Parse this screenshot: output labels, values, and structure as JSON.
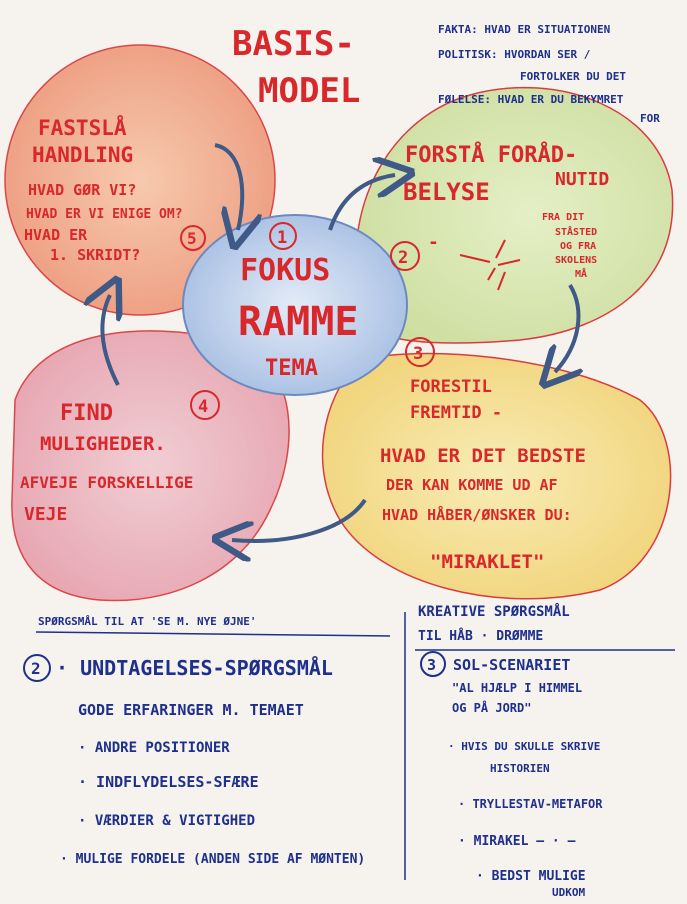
{
  "title": [
    "BASIS-",
    "MODEL"
  ],
  "fakta": {
    "lines": [
      "FAKTA: HVAD ER SITUATIONEN",
      "POLITISK: HVORDAN SER /",
      "FORTOLKER DU DET",
      "FØLELSE: HVAD ER DU BEKYMRET",
      "FOR"
    ]
  },
  "center": {
    "number": "1",
    "lines": [
      "FOKUS",
      "RAMME",
      "TEMA"
    ]
  },
  "handling": {
    "number": "5",
    "lines": [
      "FASTSLÅ",
      "HANDLING",
      "HVAD GØR VI?",
      "HVAD ER VI ENIGE OM?",
      "HVAD ER",
      "1. SKRIDT?"
    ]
  },
  "forstaa": {
    "number": "2",
    "dash": "-",
    "lines": [
      "FORSTÅ FORÅD-",
      "NUTID",
      "BELYSE"
    ],
    "perspective": [
      "FRA DIT",
      "STÅSTED",
      "OG FRA",
      "SKOLENS",
      "MÅ"
    ]
  },
  "foresti": {
    "number": "3",
    "lines": [
      "FORESTIL",
      "FREMTID -",
      "HVAD ER DET BEDSTE",
      "DER KAN KOMME UD AF",
      "HVAD HÅBER/ØNSKER DU:",
      "\"MIRAKLET\""
    ]
  },
  "muligheder": {
    "number": "4",
    "lines": [
      "FIND",
      "MULIGHEDER.",
      "AFVEJE FORSKELLIGE",
      "VEJE"
    ]
  },
  "left_list": {
    "header": "SPØRGSMÅL TIL AT 'SE M. NYE ØJNE'",
    "number": "2",
    "items": [
      "· UNDTAGELSES-SPØRGSMÅL",
      "GODE ERFARINGER M. TEMAET",
      "· ANDRE POSITIONER",
      "· INDFLYDELSES-SFÆRE",
      "· VÆRDIER & VIGTIGHED",
      "· MULIGE FORDELE (ANDEN SIDE AF MØNTEN)"
    ]
  },
  "right_list": {
    "header": [
      "KREATIVE SPØRGSMÅL",
      "TIL HÅB · DRØMME"
    ],
    "number": "3",
    "items": [
      "SOL-SCENARIET",
      "\"AL HJÆLP I HIMMEL",
      "OG PÅ JORD\"",
      "· HVIS DU SKULLE SKRIVE",
      "HISTORIEN",
      "· TRYLLESTAV-METAFOR",
      "· MIRAKEL — · —",
      "· BEDST MULIGE",
      "UDKOM"
    ]
  },
  "colors": {
    "red_ink": "#d8282c",
    "blue_ink": "#1e2f8c",
    "steel_blue": "#3f5a86",
    "orange_wash": "#f0a07a",
    "green_wash": "#cfe1a3",
    "yellow_wash": "#f4de86",
    "pink_wash": "#e9a6b0",
    "blue_wash": "#a9c2e6"
  }
}
